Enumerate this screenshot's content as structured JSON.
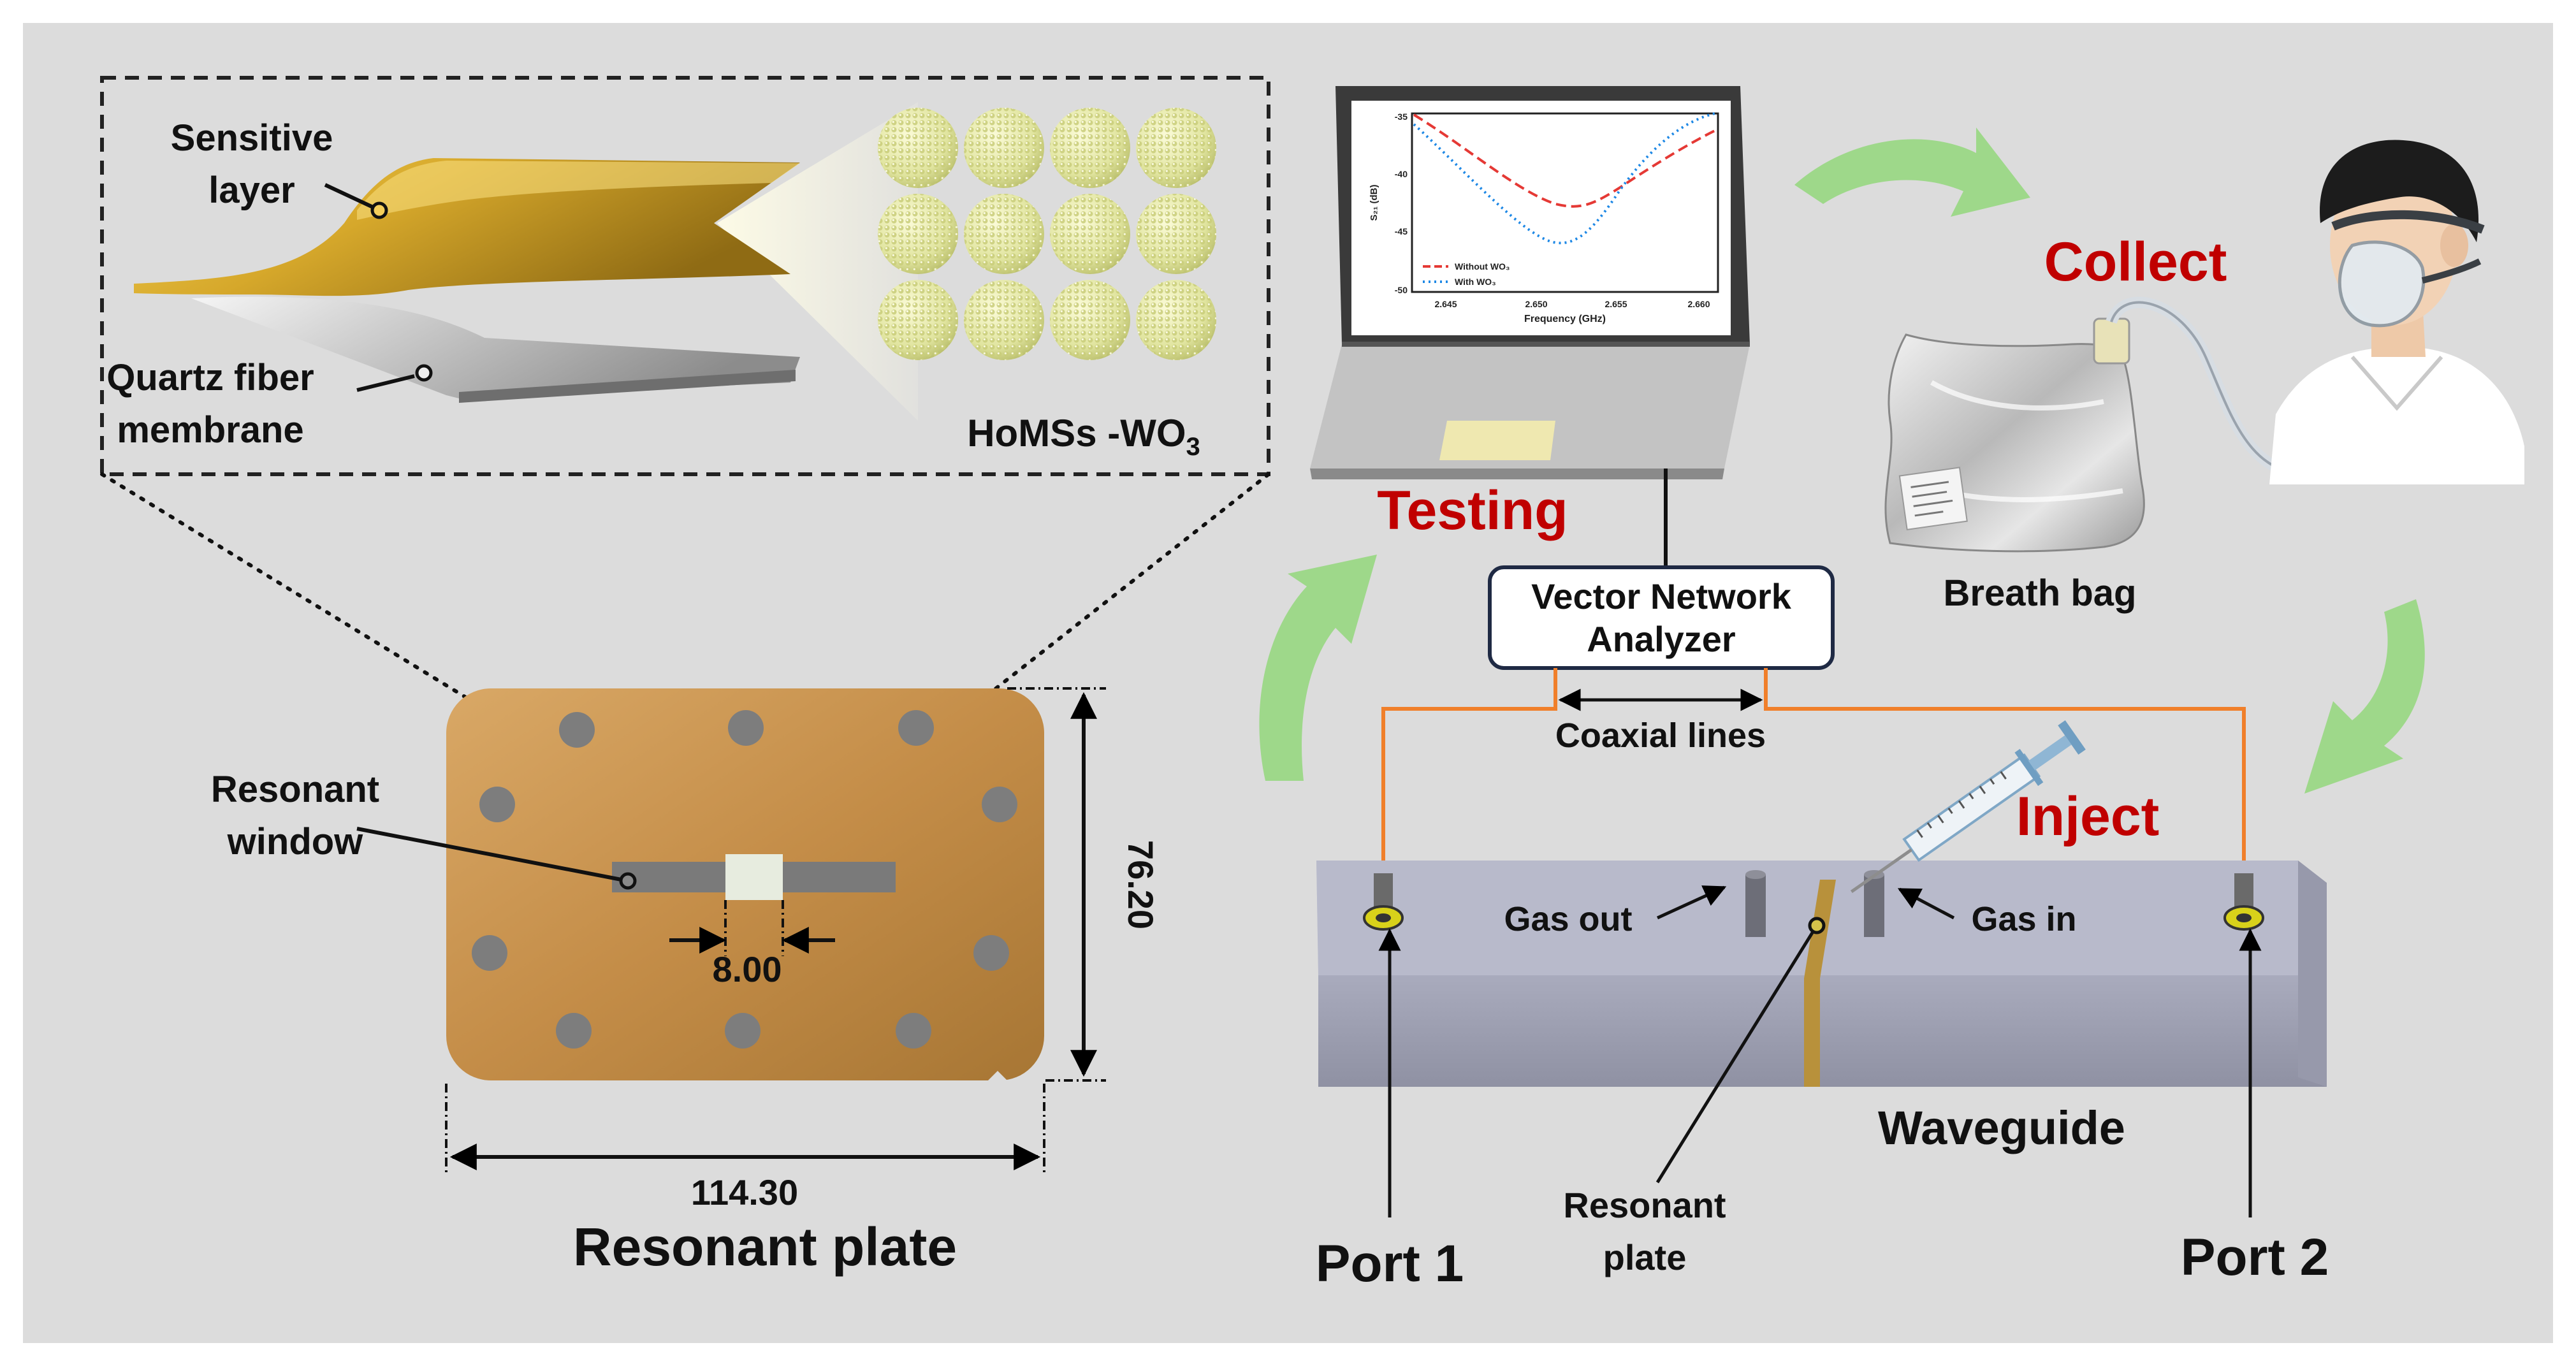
{
  "inset": {
    "sensitive_layer": [
      "Sensitive",
      "layer"
    ],
    "quartz_fiber_membrane": [
      "Quartz fiber",
      "membrane"
    ],
    "homss_label": "HoMSs -WO",
    "homss_subscript": "3"
  },
  "plate": {
    "resonant_window": [
      "Resonant",
      "window"
    ],
    "slot_width": "8.00",
    "height_dim": "76.20",
    "width_dim": "114.30",
    "caption": "Resonant plate"
  },
  "laptop_plot": {
    "ylabel": "S₂₁ (dB)",
    "xlabel": "Frequency (GHz)",
    "yticks": [
      "-35",
      "-40",
      "-45",
      "-50"
    ],
    "xticks": [
      "2.645",
      "2.650",
      "2.655",
      "2.660"
    ],
    "legend": [
      {
        "name": "Without WO₃",
        "color": "#e53935"
      },
      {
        "name": "With WO₃",
        "color": "#1e88e5"
      }
    ]
  },
  "steps": {
    "testing": "Testing",
    "collect": "Collect",
    "inject": "Inject",
    "step_color": "#c00000",
    "arrow_color": "#9ed88a"
  },
  "setup": {
    "vna": [
      "Vector Network",
      "Analyzer"
    ],
    "coaxial_lines": "Coaxial lines",
    "breath_bag": "Breath bag",
    "gas_out": "Gas out",
    "gas_in": "Gas in",
    "waveguide": "Waveguide",
    "resonant_plate": [
      "Resonant",
      "plate"
    ],
    "port1": "Port 1",
    "port2": "Port 2",
    "cable_color": "#f07f2a"
  }
}
